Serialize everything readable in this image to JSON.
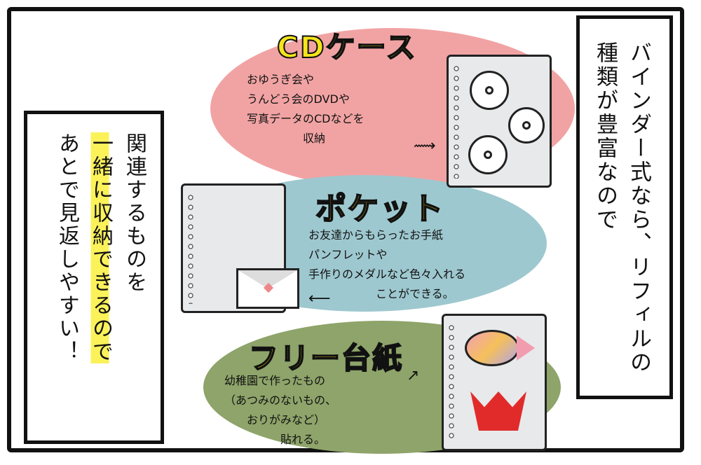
{
  "right_box": {
    "text": "バインダー式なら、リフィルの種類が豊富なので"
  },
  "left_box": {
    "line1": "関連するものを",
    "line2": "一緒に収納できるので",
    "line3": "あとで見返しやすい！"
  },
  "cd_section": {
    "heading": "CDケース",
    "description": "おゆうぎ会や\nうんどう会のDVDや\n写真データのCDなどを\n　　　　　収納"
  },
  "pocket_section": {
    "heading": "ポケット",
    "description": "お友達からもらったお手紙\nパンフレットや\n手作りのメダルなど色々入れる\n　　　　　　ことができる。"
  },
  "free_section": {
    "heading": "フリー台紙",
    "description": "幼稚園で作ったもの\n（あつみのないもの、\n　　おりがみなど）\n　　　　　貼れる。"
  },
  "colors": {
    "cd_blob": "#f1a3a3",
    "pocket_blob": "#9ec8cf",
    "free_blob": "#8ea46a",
    "heading_yellow": "#f4e41c",
    "highlight": "#fbf25a"
  },
  "icons": [
    "binder-icon",
    "cd-disc-icon",
    "envelope-icon",
    "fish-drawing-icon",
    "origami-tulip-icon",
    "arrow-icon"
  ]
}
